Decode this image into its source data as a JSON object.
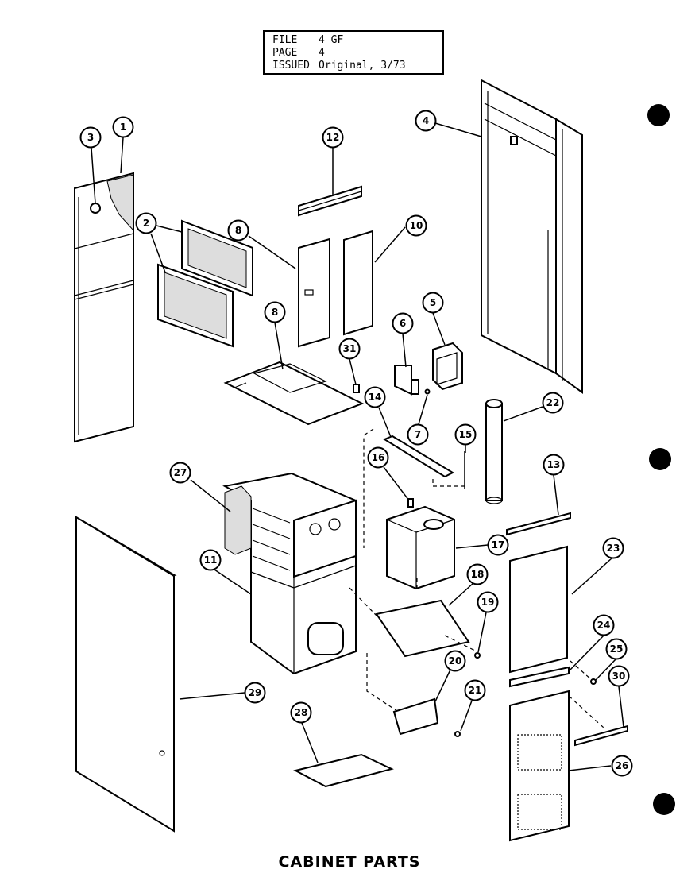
{
  "header": {
    "file_label": "FILE",
    "file_value": "4 GF",
    "page_label": "PAGE",
    "page_value": "4",
    "issued_label": "ISSUED",
    "issued_value": "Original, 3/73"
  },
  "title": "CABINET PARTS",
  "callouts": [
    "1",
    "2",
    "3",
    "4",
    "5",
    "6",
    "7",
    "8",
    "8",
    "10",
    "11",
    "12",
    "13",
    "14",
    "15",
    "16",
    "17",
    "18",
    "19",
    "20",
    "21",
    "22",
    "23",
    "24",
    "25",
    "26",
    "27",
    "28",
    "29",
    "30",
    "31"
  ]
}
